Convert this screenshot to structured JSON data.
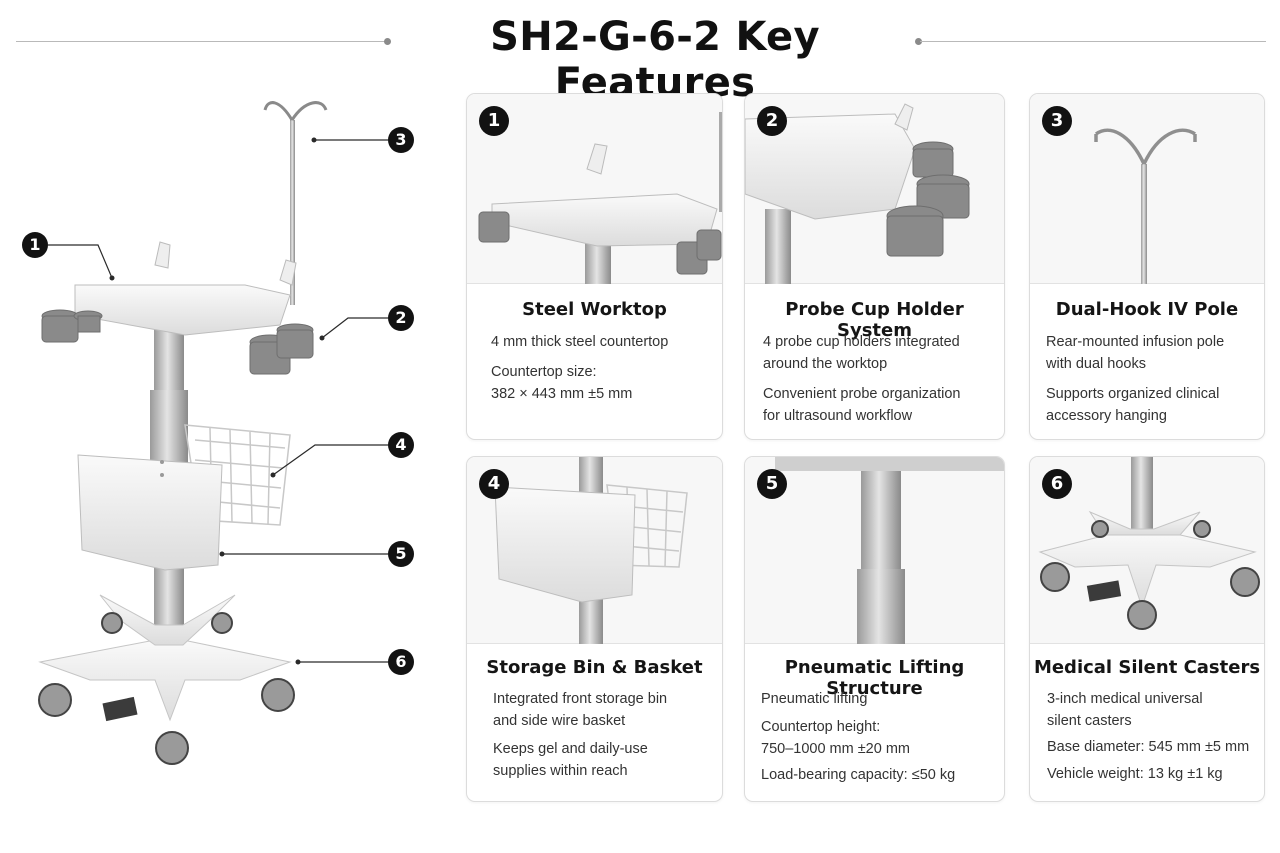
{
  "title": "SH2-G-6-2 Key Features",
  "callouts": [
    "1",
    "2",
    "3",
    "4",
    "5",
    "6"
  ],
  "features": [
    {
      "number": "1",
      "title": "Steel Worktop",
      "lines": [
        "4 mm thick steel countertop",
        "Countertop size:\n382 × 443 mm ±5 mm"
      ]
    },
    {
      "number": "2",
      "title": "Probe Cup Holder System",
      "lines": [
        "4 probe cup holders integrated\naround the worktop",
        "Convenient probe organization\nfor ultrasound workflow"
      ]
    },
    {
      "number": "3",
      "title": "Dual-Hook IV Pole",
      "lines": [
        "Rear-mounted infusion pole\nwith dual hooks",
        "Supports organized clinical\naccessory hanging"
      ]
    },
    {
      "number": "4",
      "title": "Storage Bin & Basket",
      "lines": [
        "Integrated front storage bin\nand side wire basket",
        "Keeps gel and daily-use\nsupplies within reach"
      ]
    },
    {
      "number": "5",
      "title": "Pneumatic Lifting Structure",
      "lines": [
        "Pneumatic lifting",
        "Countertop height:\n750–1000 mm ±20 mm",
        "Load-bearing capacity: ≤50 kg"
      ]
    },
    {
      "number": "6",
      "title": "Medical Silent Casters",
      "lines": [
        "3-inch medical universal\nsilent casters",
        "Base diameter: 545 mm ±5 mm",
        "Vehicle weight: 13 kg ±1 kg"
      ]
    }
  ]
}
